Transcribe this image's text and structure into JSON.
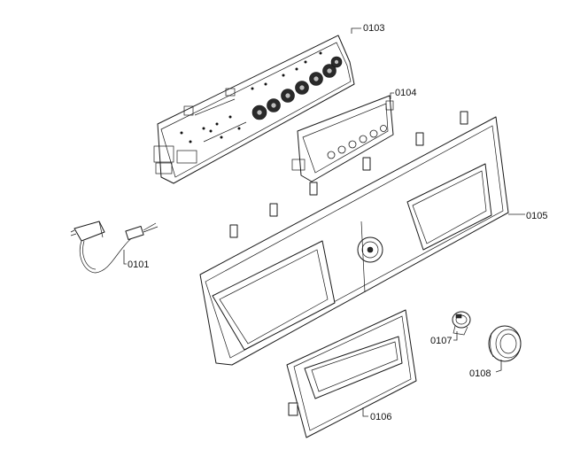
{
  "parts": [
    {
      "id": "cable",
      "label": "0101"
    },
    {
      "id": "control-board",
      "label": "0103"
    },
    {
      "id": "display-board",
      "label": "0104"
    },
    {
      "id": "control-panel",
      "label": "0105"
    },
    {
      "id": "dispenser-drawer",
      "label": "0106"
    },
    {
      "id": "program-knob-shaft",
      "label": "0107"
    },
    {
      "id": "program-knob",
      "label": "0108"
    }
  ]
}
